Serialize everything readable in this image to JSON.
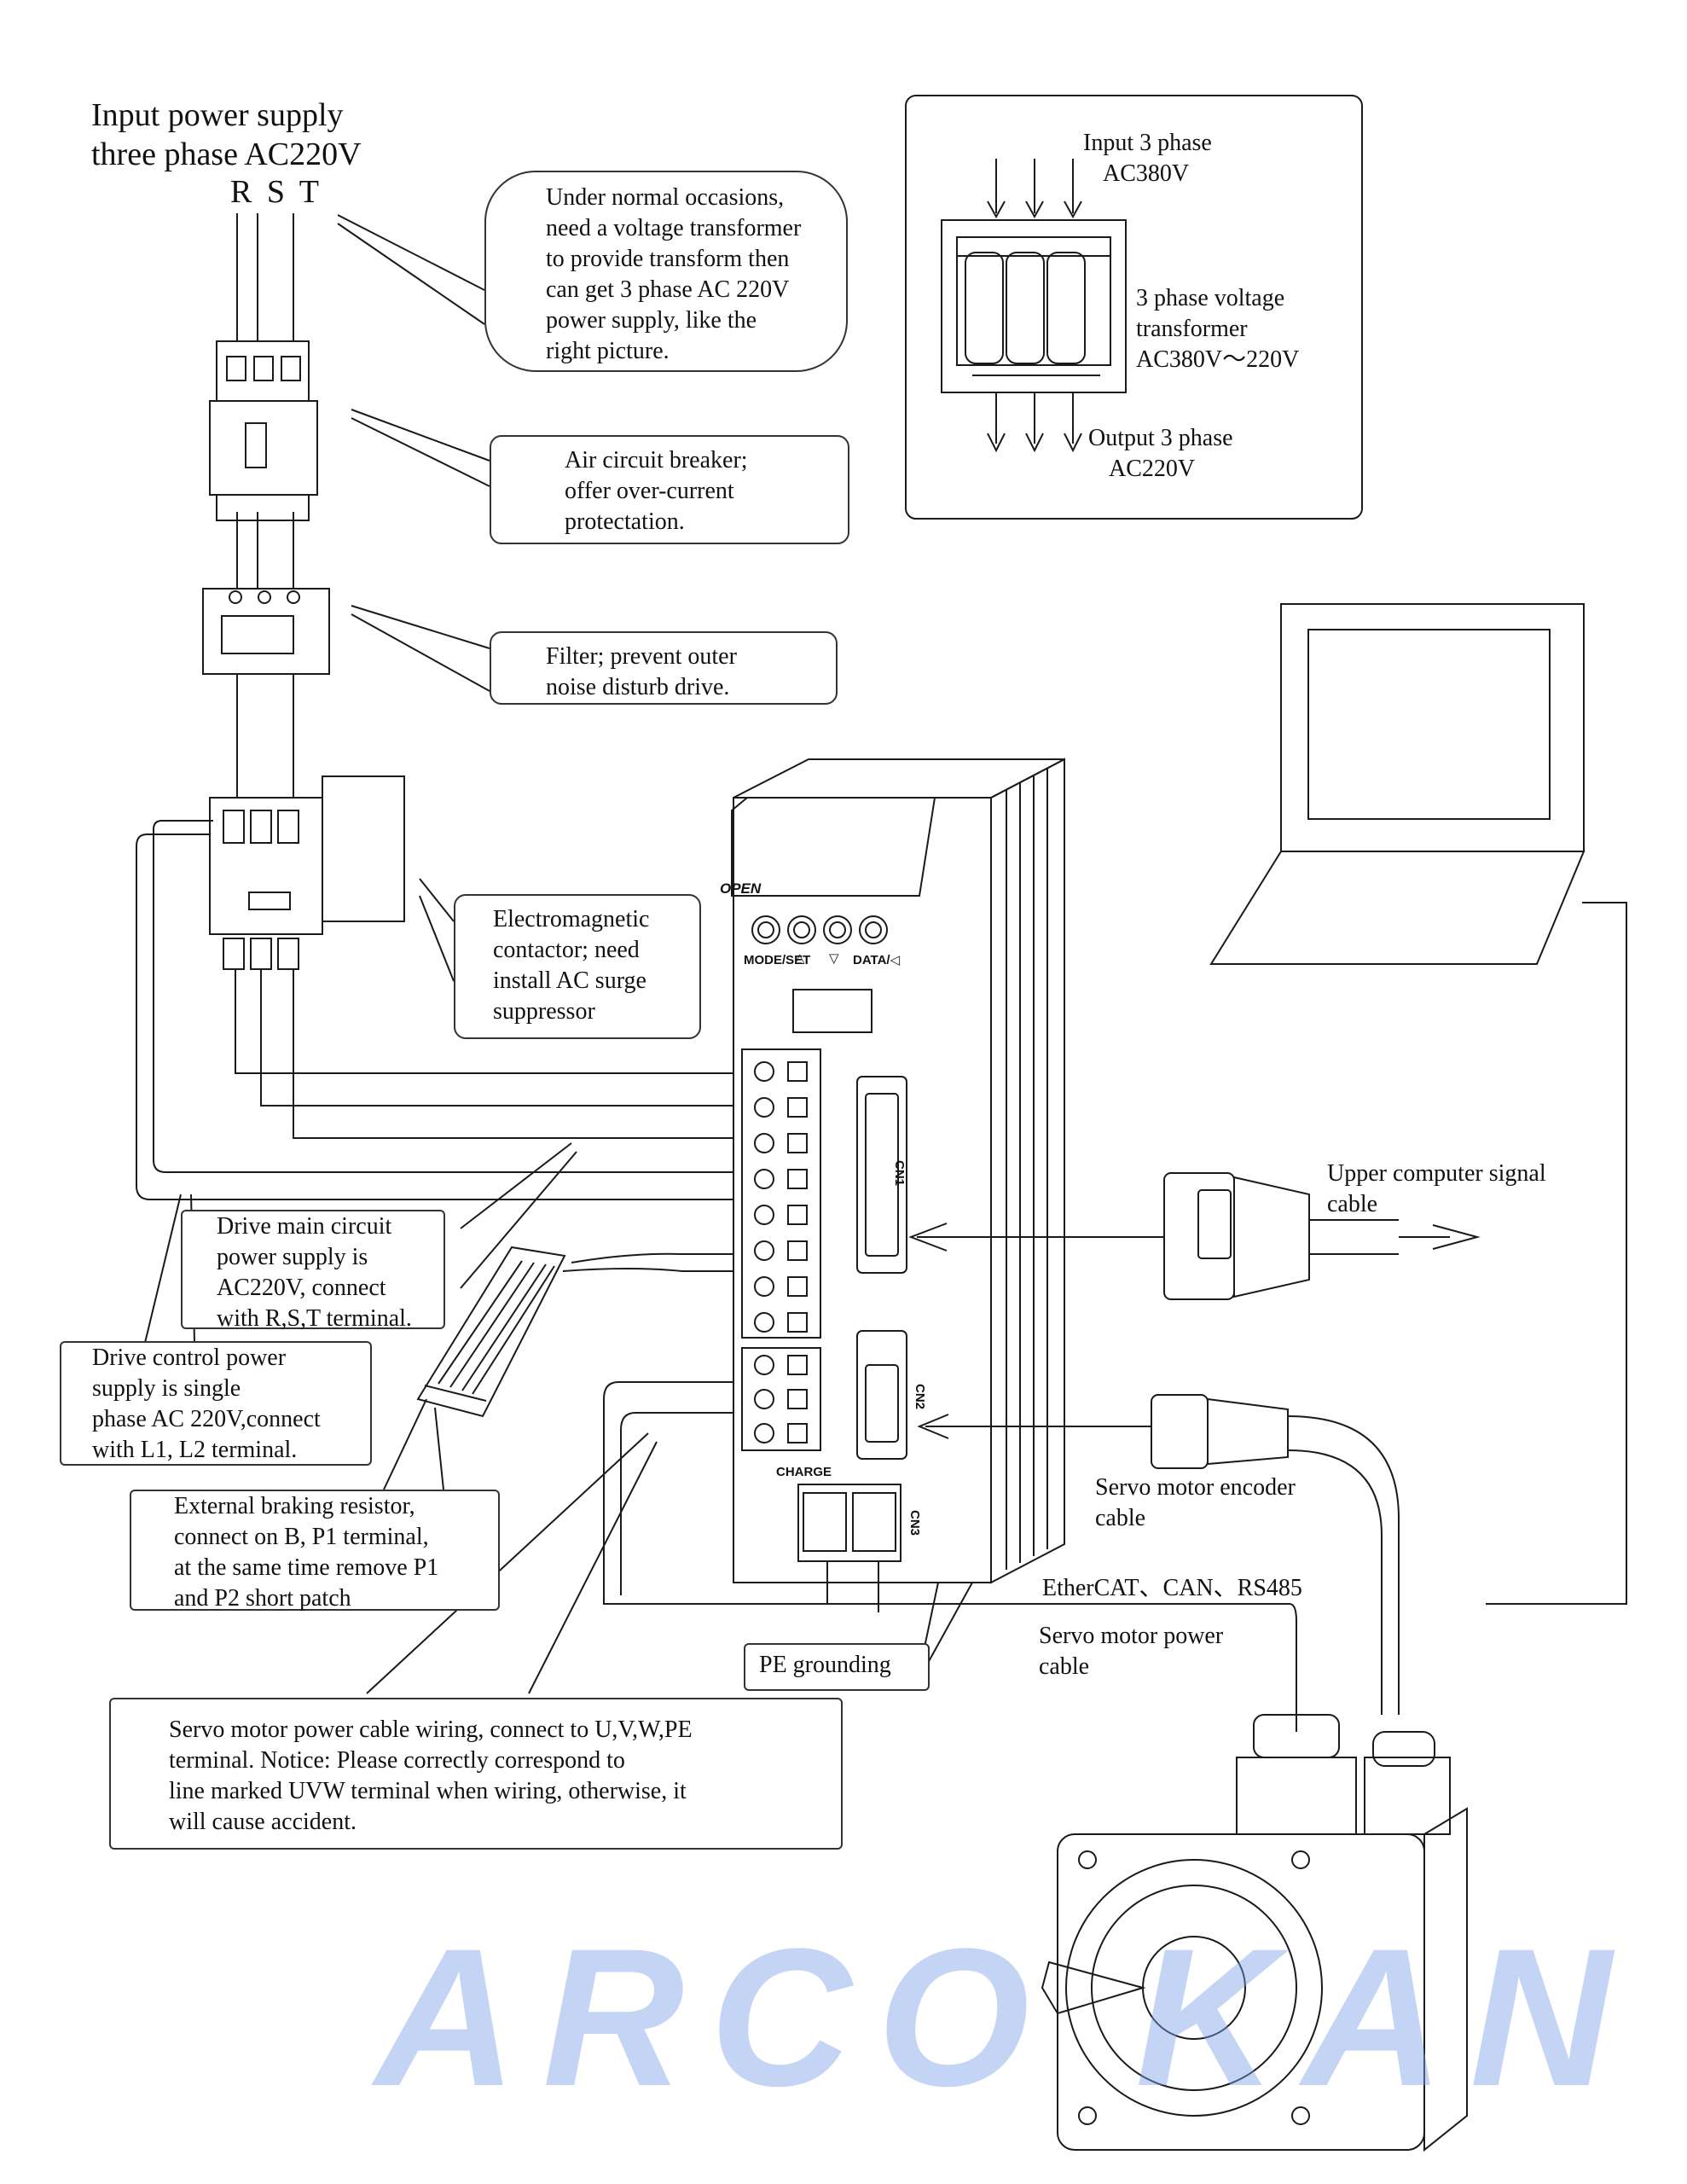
{
  "input_supply": {
    "line1": "Input power supply",
    "line2": "three phase AC220V",
    "phases": "R S T"
  },
  "transformer_panel": {
    "input_line1": "Input 3 phase",
    "input_line2": "AC380V",
    "desc_line1": "3 phase voltage",
    "desc_line2": "transformer",
    "desc_line3": "AC380V～220V",
    "output_line1": "Output 3 phase",
    "output_line2": "AC220V"
  },
  "callouts": {
    "transformer_note": [
      "Under normal occasions,",
      "need a voltage transformer",
      "to provide transform then",
      "can get 3 phase AC 220V",
      "power supply, like the",
      " right picture."
    ],
    "breaker": [
      "Air circuit breaker;",
      "offer over-current",
      "protectation."
    ],
    "filter": [
      "Filter; prevent outer",
      "noise disturb drive."
    ],
    "contactor": [
      "Electromagnetic",
      "contactor; need",
      "install AC surge",
      "suppressor"
    ],
    "main_power": [
      "Drive main circuit",
      "power supply is",
      "AC220V, connect",
      "with R,S,T terminal."
    ],
    "control_power": [
      "Drive control power",
      "supply is single",
      "phase AC 220V,connect",
      " with L1, L2 terminal."
    ],
    "braking_resistor": [
      "External braking resistor,",
      "connect on B, P1 terminal,",
      "at the same time remove P1",
      "and P2 short patch"
    ],
    "pe_grounding": "PE grounding",
    "motor_wiring": [
      "Servo motor power cable wiring, connect to U,V,W,PE",
      "terminal. Notice: Please correctly correspond to",
      "line marked UVW terminal when wiring, otherwise, it",
      "will cause accident."
    ]
  },
  "labels": {
    "upper_computer": [
      "Upper computer signal",
      "cable"
    ],
    "encoder": [
      "Servo motor encoder",
      "cable"
    ],
    "network": "EtherCAT、CAN、RS485",
    "motor_power": [
      "Servo motor power",
      "cable"
    ]
  },
  "drive": {
    "open": "OPEN",
    "mode_set": "MODE/SET",
    "up": "△",
    "down": "▽",
    "data": "DATA/◁",
    "cn1": "CN1",
    "cn2": "CN2",
    "cn3": "CN3",
    "charge": "CHARGE"
  },
  "watermark": "ARCO KAN"
}
